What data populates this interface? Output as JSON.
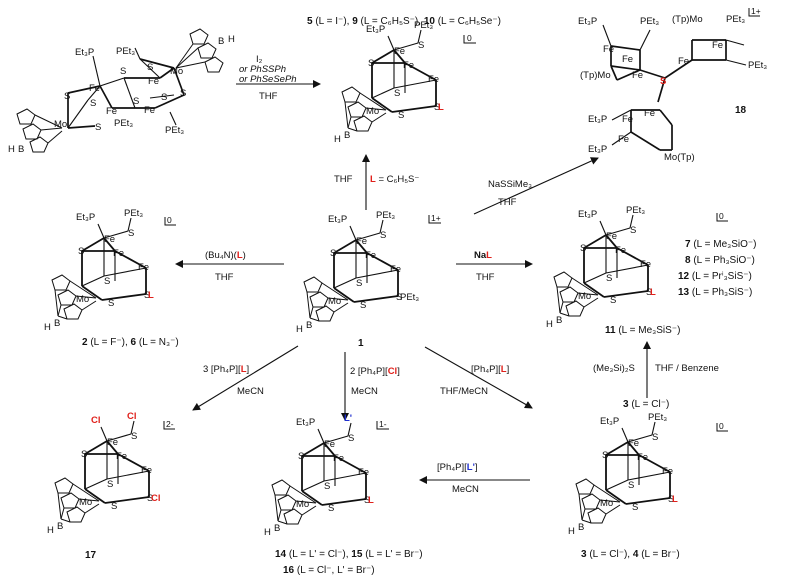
{
  "colors": {
    "ink": "#111111",
    "ligand": "#e0201b",
    "ligand_prime": "#1f2fd0",
    "background": "#ffffff"
  },
  "atom": {
    "fe": "Fe",
    "mo": "Mo",
    "s": "S",
    "b": "B",
    "h": "H",
    "n": "N",
    "pet3": "PEt₃",
    "et3p": "Et₃P",
    "l": "L",
    "lprime": "L'",
    "cl": "Cl",
    "tp": "(Tp)"
  },
  "charges": {
    "zero": "0",
    "one_plus": "1+",
    "one_minus": "1-",
    "two_minus": "2-"
  },
  "compounds": {
    "c1": "1",
    "c11": "11",
    "c17": "17",
    "c18": "18",
    "c5_9_10": [
      "5 (L = I⁻), ",
      "9 (L = C₆H₅S⁻), ",
      "10 (L = C₆H₅Se⁻)"
    ],
    "c2_6": "2 (L = F⁻), 6 (L = N₃⁻)",
    "c7": "7 (L = Me₃SiO⁻)",
    "c8": "8 (L = Ph₃SiO⁻)",
    "c12": "12 (L = Prⁱ₃SiS⁻)",
    "c13": "13 (L = Ph₃SiS⁻)",
    "c11_label": "(L = Me₃SiS⁻)",
    "c14_15": "14 (L = L' = Cl⁻), 15 (L = L' = Br⁻)",
    "c16": "16 (L = Cl⁻, L' = Br⁻)",
    "c3_4": "3 (L = Cl⁻), 4 (L = Br⁻)",
    "c3_cl": "3 (L = Cl⁻)"
  },
  "reagents": {
    "top_i2": "I₂",
    "top_or1": "or PhSSPh",
    "top_or2": "or PhSeSePh",
    "top_thf": "THF",
    "up_thf": "THF",
    "up_l": "L = C₆H₅S⁻",
    "nassime3": "NaSSiMe₃",
    "nassime3_thf": "THF",
    "bu4n": "(Bu₄N)(L)",
    "bu4n_thf": "THF",
    "nal": "NaL",
    "nal_thf": "THF",
    "ph4p_3": "3 [Ph₄P][L]",
    "ph4p_3_solv": "MeCN",
    "ph4p_cl": "2 [Ph₄P][Cl]",
    "ph4p_cl_solv": "MeCN",
    "ph4p_l": "[Ph₄P][L]",
    "ph4p_l_solv": "THF/MeCN",
    "me3si2s": "(Me₃Si)₂S",
    "thf_benzene": "THF / Benzene",
    "ph4p_lp": "[Ph₄P][L']",
    "ph4p_lp_solv": "MeCN"
  }
}
